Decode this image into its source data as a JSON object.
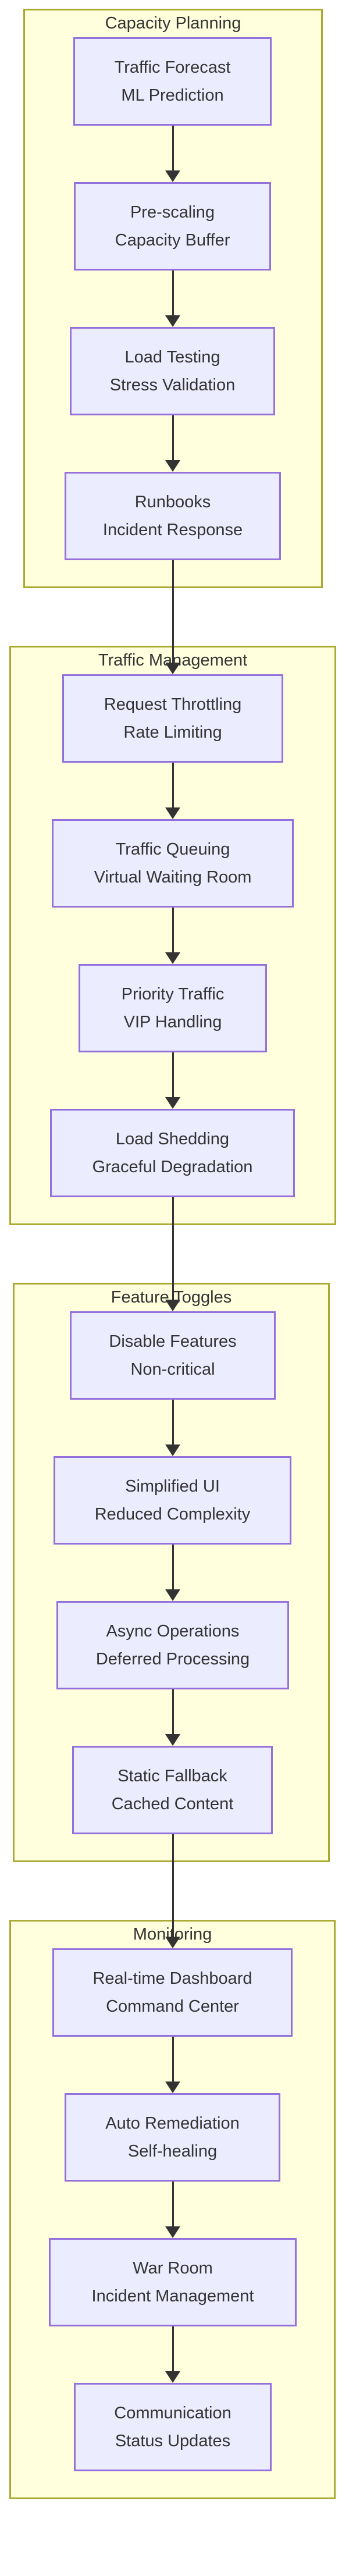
{
  "colors": {
    "background": "#ffffff",
    "cluster_fill": "#ffffde",
    "cluster_border": "#aaaa33",
    "node_fill": "#ECECFF",
    "node_border": "#9370DB",
    "edge": "#333333",
    "text": "#333333"
  },
  "groups": [
    {
      "title": "Capacity Planning",
      "nodes": [
        {
          "line1": "Traffic Forecast",
          "line2": "ML Prediction"
        },
        {
          "line1": "Pre-scaling",
          "line2": "Capacity Buffer"
        },
        {
          "line1": "Load Testing",
          "line2": "Stress Validation"
        },
        {
          "line1": "Runbooks",
          "line2": "Incident Response"
        }
      ]
    },
    {
      "title": "Traffic Management",
      "nodes": [
        {
          "line1": "Request Throttling",
          "line2": "Rate Limiting"
        },
        {
          "line1": "Traffic Queuing",
          "line2": "Virtual Waiting Room"
        },
        {
          "line1": "Priority Traffic",
          "line2": "VIP Handling"
        },
        {
          "line1": "Load Shedding",
          "line2": "Graceful Degradation"
        }
      ]
    },
    {
      "title": "Feature Toggles",
      "nodes": [
        {
          "line1": "Disable Features",
          "line2": "Non-critical"
        },
        {
          "line1": "Simplified UI",
          "line2": "Reduced Complexity"
        },
        {
          "line1": "Async Operations",
          "line2": "Deferred Processing"
        },
        {
          "line1": "Static Fallback",
          "line2": "Cached Content"
        }
      ]
    },
    {
      "title": "Monitoring",
      "nodes": [
        {
          "line1": "Real-time Dashboard",
          "line2": "Command Center"
        },
        {
          "line1": "Auto Remediation",
          "line2": "Self-healing"
        },
        {
          "line1": "War Room",
          "line2": "Incident Management"
        },
        {
          "line1": "Communication",
          "line2": "Status Updates"
        }
      ]
    }
  ]
}
